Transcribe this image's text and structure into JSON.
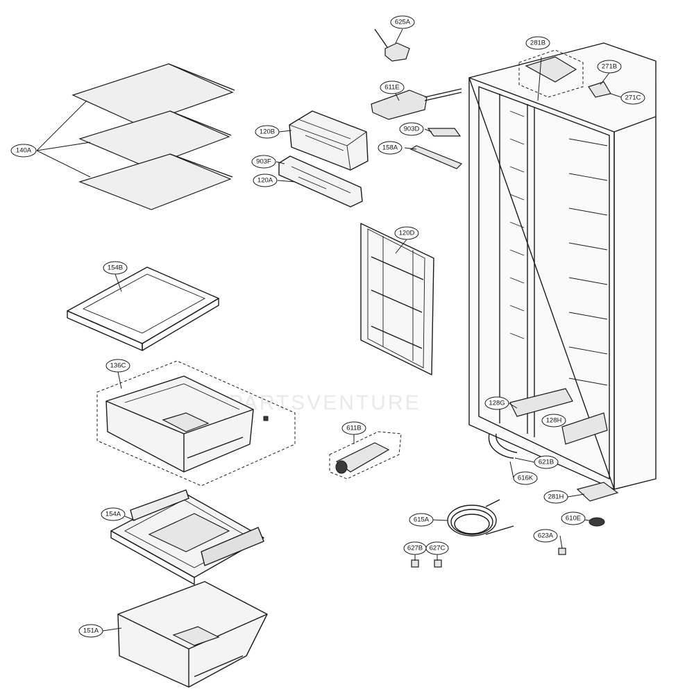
{
  "watermark": "PARTSVENTURE",
  "callouts": [
    {
      "id": "625A",
      "label": "625A"
    },
    {
      "id": "281B",
      "label": "281B"
    },
    {
      "id": "271B",
      "label": "271B"
    },
    {
      "id": "271C",
      "label": "271C"
    },
    {
      "id": "611E",
      "label": "611E"
    },
    {
      "id": "903D",
      "label": "903D"
    },
    {
      "id": "158A",
      "label": "158A"
    },
    {
      "id": "120B",
      "label": "120B"
    },
    {
      "id": "903F",
      "label": "903F"
    },
    {
      "id": "120A",
      "label": "120A"
    },
    {
      "id": "140A",
      "label": "140A"
    },
    {
      "id": "120D",
      "label": "120D"
    },
    {
      "id": "154B",
      "label": "154B"
    },
    {
      "id": "136C",
      "label": "136C"
    },
    {
      "id": "128G",
      "label": "128G"
    },
    {
      "id": "128H",
      "label": "128H"
    },
    {
      "id": "611B",
      "label": "611B"
    },
    {
      "id": "621B",
      "label": "621B"
    },
    {
      "id": "616K",
      "label": "616K"
    },
    {
      "id": "281H",
      "label": "281H"
    },
    {
      "id": "610E",
      "label": "610E"
    },
    {
      "id": "615A",
      "label": "615A"
    },
    {
      "id": "623A",
      "label": "623A"
    },
    {
      "id": "154A",
      "label": "154A"
    },
    {
      "id": "627B",
      "label": "627B"
    },
    {
      "id": "627C",
      "label": "627C"
    },
    {
      "id": "151A",
      "label": "151A"
    }
  ]
}
